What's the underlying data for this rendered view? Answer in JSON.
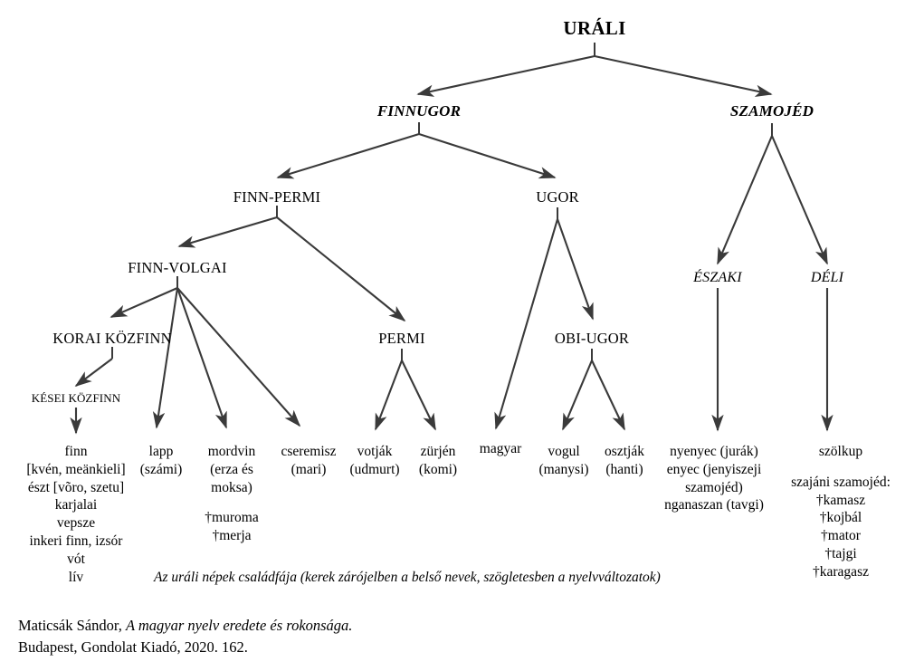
{
  "diagram": {
    "title": "Az uráli népek családfája",
    "caption": "Az uráli népek családfája (kerek zárójelben a belső nevek, szögletesben a  nyelvváltozatok)",
    "line_color": "#3a3a3a",
    "text_color": "#000000",
    "background": "#ffffff",
    "nodes": {
      "root": "URÁLI",
      "finnugor": "FINNUGOR",
      "szamojed": "SZAMOJÉD",
      "finn_permi": "FINN-PERMI",
      "ugor": "UGOR",
      "eszaki": "ÉSZAKI",
      "deli": "DÉLI",
      "finn_volgai": "FINN-VOLGAI",
      "permi": "PERMI",
      "obi_ugor": "OBI-UGOR",
      "korai_kozfinn": "KORAI KÖZFINN",
      "kesei_kozfinn": "KÉSEI KÖZFINN"
    },
    "leaves": {
      "finn": {
        "head": "finn",
        "lines": [
          "[kvén, meänkieli]",
          "észt [võro, szetu]",
          "karjalai",
          "vepsze",
          "inkeri finn, izsór",
          "vót",
          "lív"
        ]
      },
      "lapp": {
        "head": "lapp",
        "lines": [
          "(számi)"
        ]
      },
      "mordvin": {
        "head": "mordvin",
        "lines": [
          "(erza és",
          "moksa)"
        ],
        "extra": [
          "†muroma",
          "†merja"
        ]
      },
      "cseremisz": {
        "head": "cseremisz",
        "lines": [
          "(mari)"
        ]
      },
      "votjak": {
        "head": "votják",
        "lines": [
          "(udmurt)"
        ]
      },
      "zurjen": {
        "head": "zürjén",
        "lines": [
          "(komi)"
        ]
      },
      "magyar": {
        "head": "magyar",
        "lines": []
      },
      "vogul": {
        "head": "vogul",
        "lines": [
          "(manysi)"
        ]
      },
      "osztjak": {
        "head": "osztják",
        "lines": [
          "(hanti)"
        ]
      },
      "nyenyec": {
        "head": "nyenyec (jurák)",
        "lines": [
          "enyec (jenyiszeji",
          "szamojéd)",
          "nganaszan (tavgi)"
        ]
      },
      "szolkup": {
        "head": "szölkup",
        "lines": [],
        "extra": [
          "szajáni szamojéd:",
          "†kamasz",
          "†kojbál",
          "†mator",
          "†tajgi",
          "†karagasz"
        ]
      }
    }
  },
  "credit": {
    "line1_author": "Maticsák Sándor, ",
    "line1_work": "A magyar nyelv eredete és rokonsága.",
    "line2": "Budapest, Gondolat Kiadó, 2020. 162."
  }
}
